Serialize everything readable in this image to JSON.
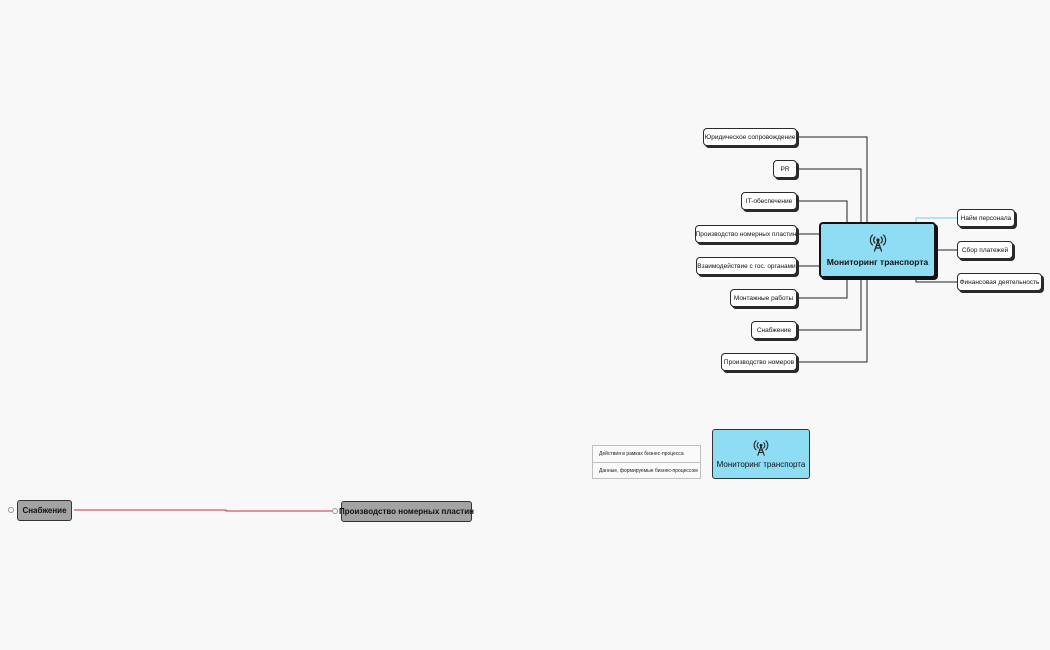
{
  "mindmap": {
    "root_title": "Мониторинг транспорта",
    "root_icon": "radio-tower-icon",
    "left_branches": [
      {
        "label": "Юридическое сопровождение"
      },
      {
        "label": "PR"
      },
      {
        "label": "IT-обеспечение"
      },
      {
        "label": "Производство номерных пластин"
      },
      {
        "label": "Взаимодействие с гос. органами"
      },
      {
        "label": "Монтажные работы"
      },
      {
        "label": "Снабжение"
      },
      {
        "label": "Производство номеров"
      }
    ],
    "right_branches": [
      {
        "label": "Найм персонала"
      },
      {
        "label": "Сбор платежей"
      },
      {
        "label": "Финансовая деятельность"
      }
    ]
  },
  "legend": {
    "rows": [
      {
        "label": "Действия в рамках бизнес-процесса"
      },
      {
        "label": "Данные, формируемые бизнес-процессом"
      }
    ],
    "node_title": "Мониторинг транспорта",
    "node_icon": "radio-tower-icon"
  },
  "connection": {
    "source_label": "Снабжение",
    "target_label": "Производство номерных пластин"
  },
  "colors": {
    "root_fill": "#8fdcf5",
    "gray_node_fill": "#a3a3a3",
    "highlight_link": "#6ecfe8",
    "connection_line": "#c0304a"
  }
}
